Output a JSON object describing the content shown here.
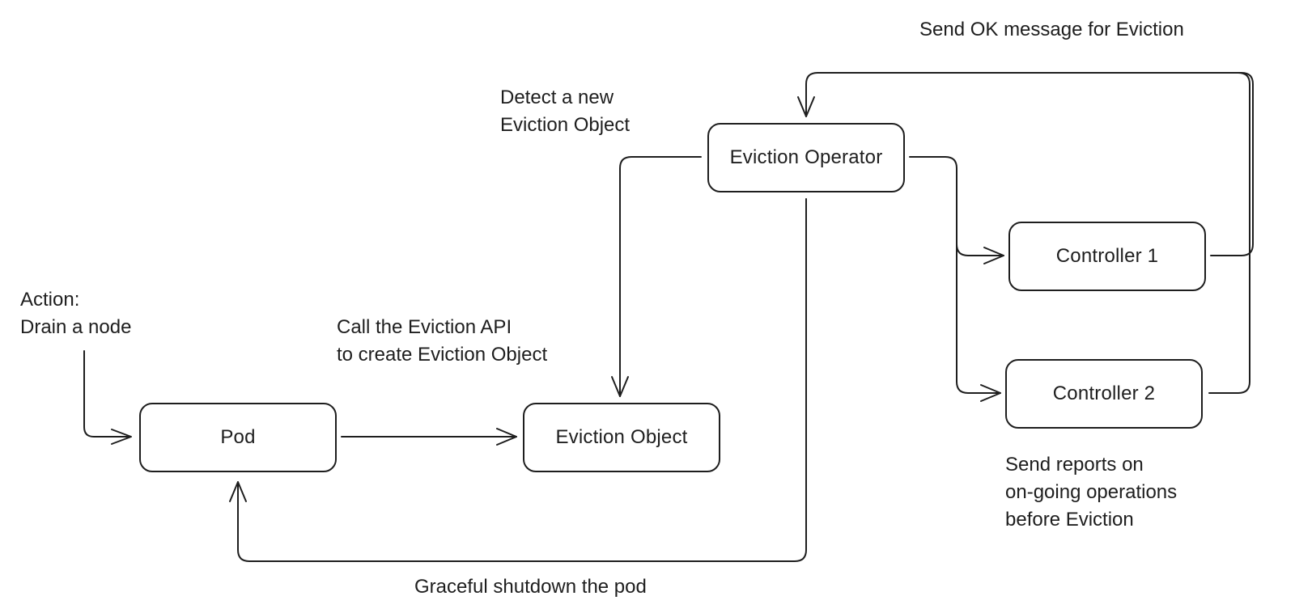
{
  "nodes": {
    "pod": "Pod",
    "eviction_object": "Eviction Object",
    "eviction_operator": "Eviction Operator",
    "controller1": "Controller 1",
    "controller2": "Controller 2"
  },
  "labels": {
    "action": [
      "Action:",
      "Drain a node"
    ],
    "call_api": [
      "Call the Eviction API",
      "to create Eviction Object"
    ],
    "detect": [
      "Detect a new",
      "Eviction Object"
    ],
    "send_ok": "Send OK message for Eviction",
    "send_reports": [
      "Send reports on",
      "on-going operations",
      "before Eviction"
    ],
    "graceful": "Graceful shutdown the pod"
  },
  "colors": {
    "stroke": "#1e1e1e",
    "background": "#ffffff"
  }
}
